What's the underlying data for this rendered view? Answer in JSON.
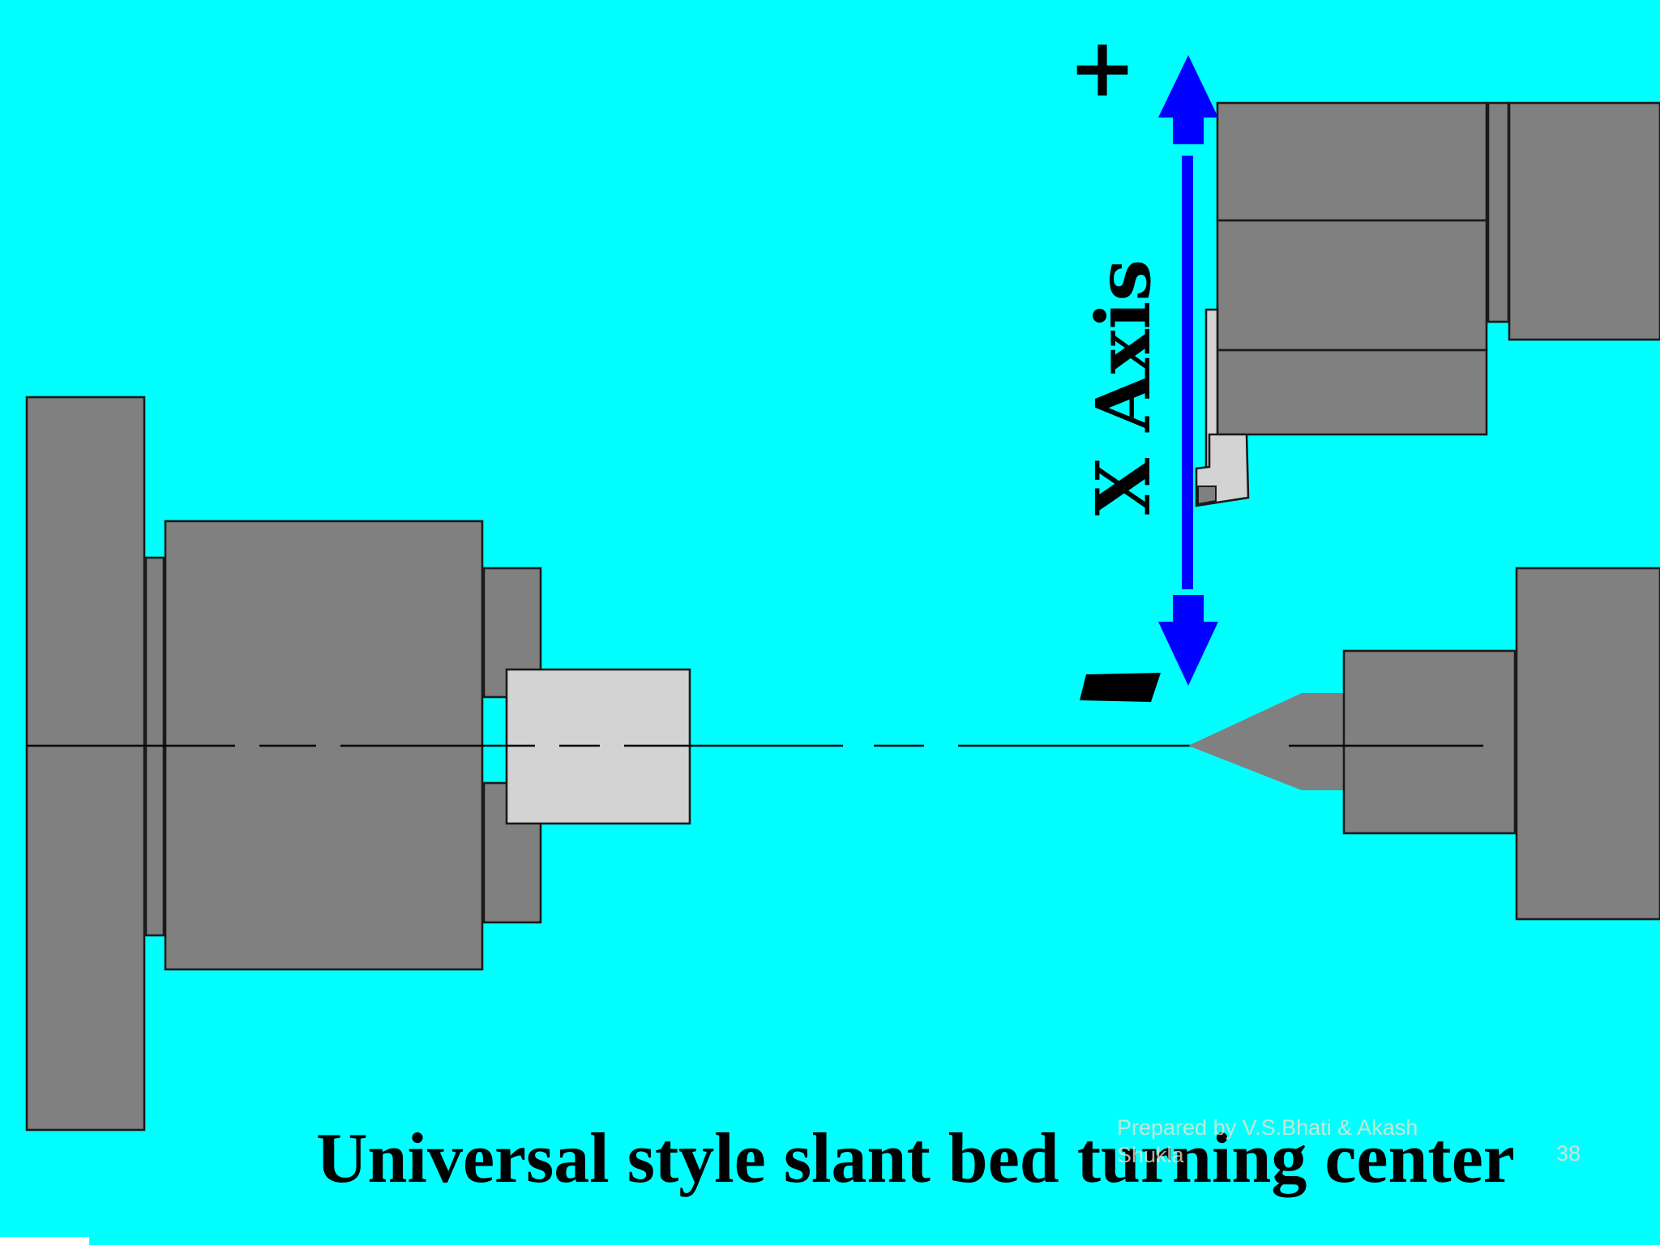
{
  "slide": {
    "background": "#00FFFF",
    "title": "Universal style slant bed turning center",
    "credit": "Prepared by  V.S.Bhati  &   Akash Shukla",
    "page_number": "38"
  },
  "diagram": {
    "axis_label": "X Axis",
    "plus_sign": "+",
    "minus_sign": "-",
    "colors": {
      "machine_part": "#808080",
      "workpiece": "#D3D3D3",
      "axis_arrow": "#0000FF",
      "outline": "#1a1a1a"
    },
    "icons": [
      "double-headed-arrow-icon",
      "cutting-tool-icon",
      "tailstock-center-icon"
    ]
  }
}
